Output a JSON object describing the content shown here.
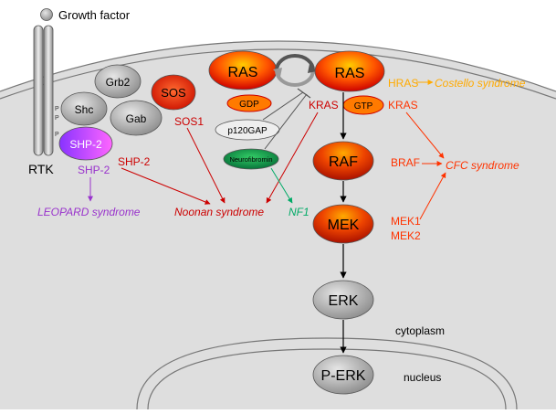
{
  "legend": {
    "growth_factor": "Growth factor"
  },
  "receptor": {
    "label": "RTK",
    "p_marks": [
      "P",
      "P",
      "P"
    ]
  },
  "proteins": {
    "grb2": "Grb2",
    "shc": "Shc",
    "gab": "Gab",
    "shp2": "SHP-2",
    "sos": "SOS",
    "ras_gdp": "RAS",
    "ras_gtp": "RAS",
    "gdp": "GDP",
    "gtp": "GTP",
    "p120gap": "p120GAP",
    "neurofibromin": "Neurofibromin",
    "raf": "RAF",
    "mek": "MEK",
    "erk": "ERK",
    "p_erk": "P-ERK"
  },
  "gene_labels": {
    "shp2_purple": "SHP-2",
    "shp2_red": "SHP-2",
    "sos1": "SOS1",
    "kras_left": "KRAS",
    "kras_right": "KRAS",
    "hras": "HRAS",
    "braf": "BRAF",
    "mek1": "MEK1",
    "mek2": "MEK2"
  },
  "syndromes": {
    "leopard": "LEOPARD syndrome",
    "noonan": "Noonan syndrome",
    "nf1": "NF1",
    "cfc": "CFC syndrome",
    "costello": "Costello syndrome"
  },
  "compartments": {
    "cytoplasm": "cytoplasm",
    "nucleus": "nucleus"
  },
  "colors": {
    "background": "#dedede",
    "membrane": "#777777",
    "leopard": "#9933cc",
    "noonan": "#cc0000",
    "nf1": "#00aa66",
    "cfc": "#ff3300",
    "costello": "#ffaa00"
  }
}
